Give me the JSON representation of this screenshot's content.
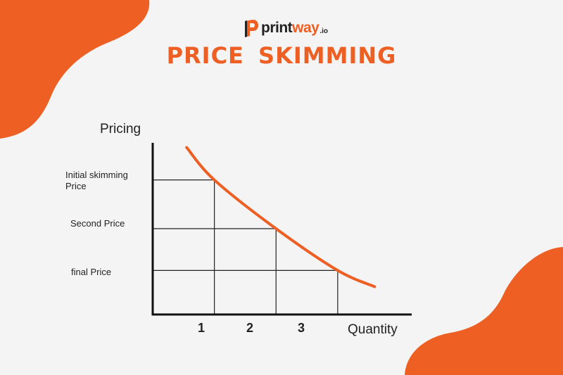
{
  "brand": {
    "logo_prefix": "print",
    "logo_accent": "way",
    "logo_tld": ".io",
    "logo_icon": "printway-p-icon",
    "accent_color": "#ee5f24",
    "text_color": "#222222"
  },
  "title": "PRICE  SKIMMING",
  "chart": {
    "ylabel": "Pricing",
    "xlabel": "Quantity",
    "price_levels": [
      "Initial skimming Price",
      "Second Price",
      "final Price"
    ],
    "quantities": [
      "1",
      "2",
      "3"
    ]
  },
  "chart_data": {
    "type": "line",
    "title": "PRICE  SKIMMING",
    "xlabel": "Quantity",
    "ylabel": "Pricing",
    "x_ticks": [
      1,
      2,
      3
    ],
    "y_ticks": [
      "Initial skimming Price",
      "Second Price",
      "final Price"
    ],
    "xlim": [
      0,
      4.2
    ],
    "ylim": [
      0,
      3.7
    ],
    "grid": false,
    "series": [
      {
        "x": [
          0.55,
          1,
          2,
          3,
          3.6
        ],
        "y": [
          3.6,
          2.9,
          1.85,
          0.95,
          0.6
        ]
      }
    ],
    "reference_points": [
      {
        "x": 1,
        "y": 2.9
      },
      {
        "x": 2,
        "y": 1.85
      },
      {
        "x": 3,
        "y": 0.95
      }
    ]
  }
}
